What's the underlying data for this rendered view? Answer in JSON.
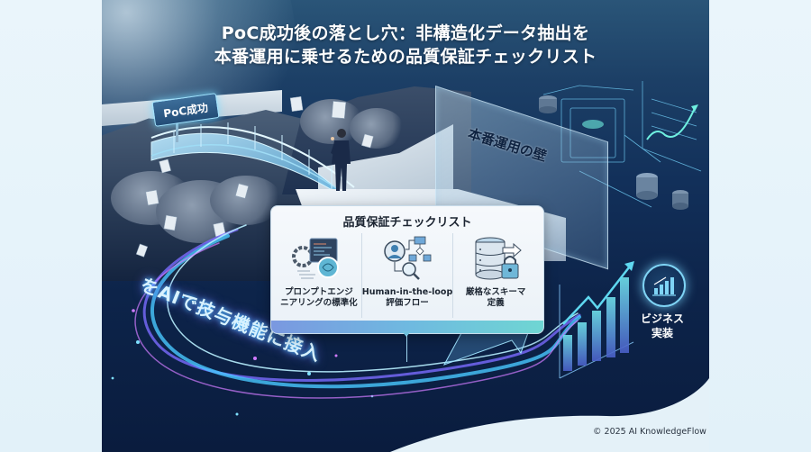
{
  "title": {
    "line1": "PoC成功後の落とし穴：非構造化データ抽出を",
    "line2": "本番運用に乗せるための品質保証チェックリスト"
  },
  "scene": {
    "poc_sign": "PoC成功",
    "wall_label": "本番運用の壁",
    "stream_text": "をAIで技与機能に接入",
    "business_label": [
      "ビジネス",
      "実装"
    ]
  },
  "checklist": {
    "title": "品質保証チェックリスト",
    "items": [
      {
        "icon": "prompt-engineering-icon",
        "label": [
          "プロンプトエンジ",
          "ニアリングの標準化"
        ]
      },
      {
        "icon": "human-in-the-loop-icon",
        "label": [
          "Human-in-the-loop",
          "評価フロー"
        ]
      },
      {
        "icon": "schema-lock-icon",
        "label": [
          "厳格なスキーマ",
          "定義"
        ]
      }
    ]
  },
  "footer": {
    "copyright": "© 2025 AI KnowledgeFlow"
  },
  "colors": {
    "background": "#e6f3fa",
    "navy": "#0d244a",
    "glow_cyan": "#48c8ff",
    "glow_purple": "#7b6cff",
    "card_strip_start": "#7a98e0",
    "card_strip_end": "#6fd6d3"
  }
}
